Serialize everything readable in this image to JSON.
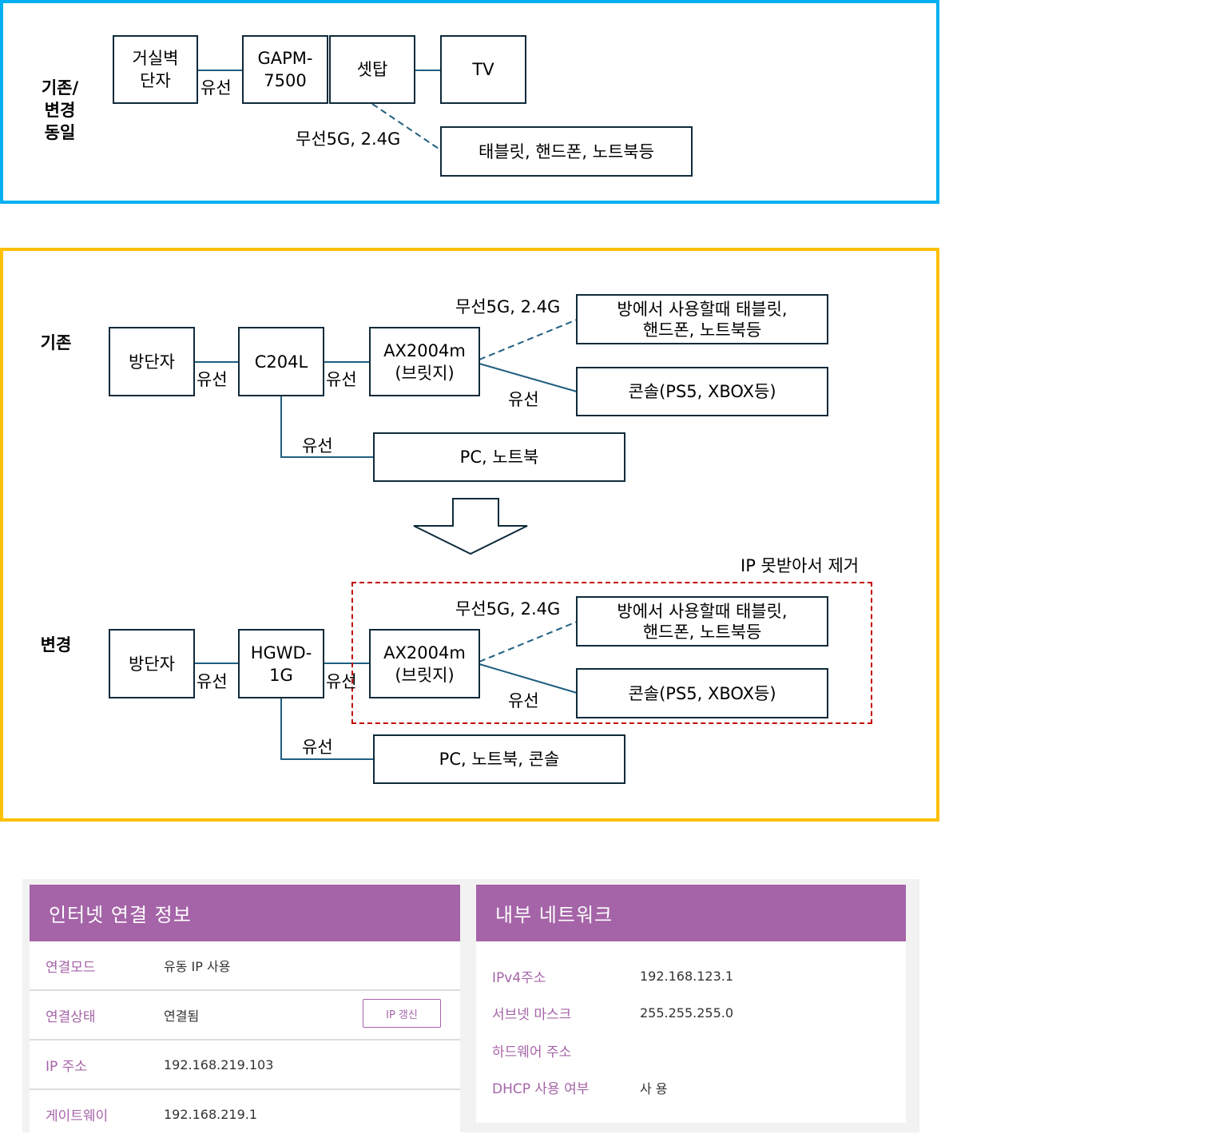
{
  "colors": {
    "frame_same": "#00b0f0",
    "frame_change": "#ffc000",
    "box_border": "#0f2a3a",
    "connector": "#1f5f80",
    "removed_box": "#c00000",
    "panel_accent": "#a564a8"
  },
  "section_same": {
    "row_label": "기존/\n변경\n동일",
    "nodes": {
      "wall_jack": "거실벽\n단자",
      "gapm": "GAPM-\n7500",
      "settop": "셋탑",
      "tv": "TV",
      "devices": "태블릿, 핸드폰, 노트북등"
    },
    "link_wired": "유선",
    "link_wireless": "무선5G, 2.4G"
  },
  "section_before": {
    "row_label": "기존",
    "nodes": {
      "room_jack": "방단자",
      "switch": "C204L",
      "bridge": "AX2004m\n(브릿지)",
      "room_devices": "방에서 사용할때 태블릿,\n핸드폰, 노트북등",
      "console": "콘솔(PS5, XBOX등)",
      "pc": "PC, 노트북"
    },
    "link_wired_1": "유선",
    "link_wired_2": "유선",
    "link_wired_3": "유선",
    "link_wired_4": "유선",
    "link_wireless": "무선5G, 2.4G"
  },
  "section_after": {
    "row_label": "변경",
    "removed_note": "IP 못받아서 제거",
    "nodes": {
      "room_jack": "방단자",
      "switch": "HGWD-\n1G",
      "bridge": "AX2004m\n(브릿지)",
      "room_devices": "방에서 사용할때 태블릿,\n핸드폰, 노트북등",
      "console": "콘솔(PS5, XBOX등)",
      "pc": "PC, 노트북, 콘솔"
    },
    "link_wired_1": "유선",
    "link_wired_2": "유선",
    "link_wired_3": "유선",
    "link_wired_4": "유선",
    "link_wireless": "무선5G, 2.4G"
  },
  "internet_panel": {
    "title": "인터넷 연결 정보",
    "rows": [
      {
        "key": "연결모드",
        "value": "유동 IP 사용"
      },
      {
        "key": "연결상태",
        "value": "연결됨"
      },
      {
        "key": "IP 주소",
        "value": "192.168.219.103"
      },
      {
        "key": "게이트웨이",
        "value": "192.168.219.1"
      }
    ],
    "renew_button": "IP 갱신"
  },
  "lan_panel": {
    "title": "내부 네트워크",
    "rows": [
      {
        "key": "IPv4주소",
        "value": "192.168.123.1"
      },
      {
        "key": "서브넷 마스크",
        "value": "255.255.255.0"
      },
      {
        "key": "하드웨어 주소",
        "value": ""
      },
      {
        "key": "DHCP 사용 여부",
        "value": "사 용"
      }
    ]
  }
}
